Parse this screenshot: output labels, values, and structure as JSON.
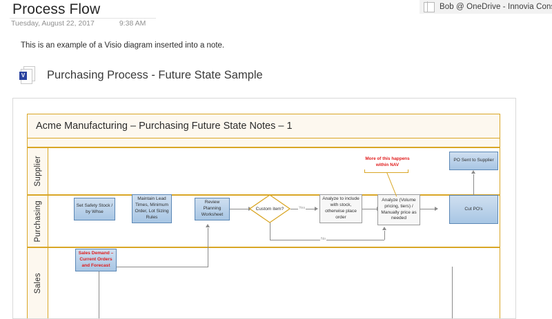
{
  "account": {
    "label": "Bob @ OneDrive - Innovia Consultin",
    "icon": "notebook-icon"
  },
  "note": {
    "title": "Process Flow",
    "date": "Tuesday, August 22, 2017",
    "time": "9:38 AM",
    "body": "This is an example of a Visio diagram inserted into a note."
  },
  "attachment": {
    "icon": "visio-file-icon",
    "badge": "V",
    "title": "Purchasing Process - Future State Sample"
  },
  "diagram": {
    "title": "Acme Manufacturing – Purchasing Future State Notes – 1",
    "accent_color": "#d9a625",
    "lane_fill": "#fdf8ef",
    "node_blue_border": "#5b87b5",
    "node_gray_border": "#9a9a9a",
    "annotation_color": "#e01b1b",
    "lanes": [
      {
        "label": "Supplier"
      },
      {
        "label": "Purchasing"
      },
      {
        "label": "Sales"
      }
    ],
    "nodes": {
      "po_sent": "PO Sent to Supplier",
      "set_safety_stock": "Set Safety Stock / by Whse",
      "maintain_lead_times": "Maintain Lead Times, Minimum Order, Lot Sizing Rules",
      "review_planning": "Review Planning Worksheet",
      "custom_item": "Custom item?",
      "analyze_include": "Analyze to include with stock, otherwise place order",
      "analyze_volume": "Analyze (Volume pricing, tiers) / Manually price as needed",
      "cut_pos": "Cut PO's",
      "sales_demand": "Sales Demand – Current Orders and Forecast"
    },
    "edge_labels": {
      "yes": "Yes",
      "no": "No"
    },
    "annotation": "More of this happens\nwithin NAV",
    "annotation_line1": "More of this happens",
    "annotation_line2": "within NAV"
  }
}
